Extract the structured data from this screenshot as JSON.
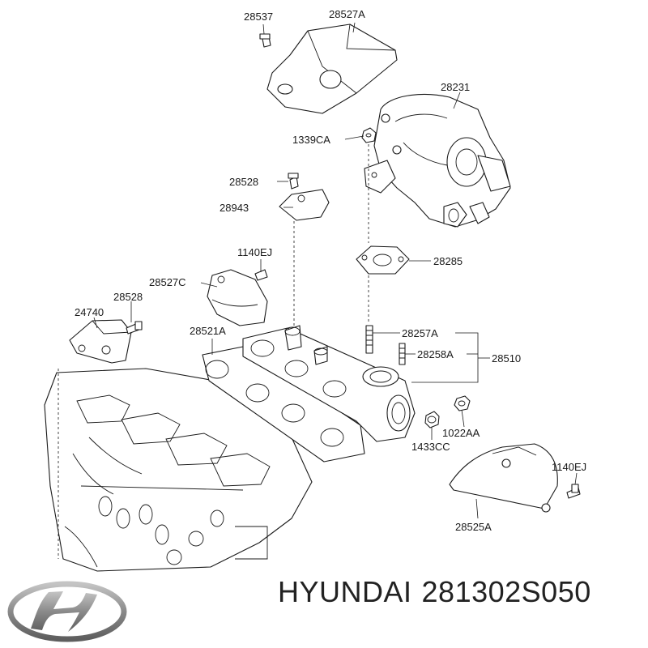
{
  "callouts": [
    "28537",
    "28527A",
    "28231",
    "1339CA",
    "28528",
    "28943",
    "1140EJ",
    "28527C",
    "28285",
    "28528",
    "24740",
    "28521A",
    "28257A",
    "28258A",
    "28510",
    "1022AA",
    "1433CC",
    "1140EJ",
    "28525A"
  ],
  "footer": {
    "brand": "HYUNDAI",
    "part_number": "281302S050"
  },
  "logo": "hyundai-logo",
  "colors": {
    "ink": "#1a1a1a",
    "footer_text": "#222222",
    "logo": "#8a8a8a"
  }
}
